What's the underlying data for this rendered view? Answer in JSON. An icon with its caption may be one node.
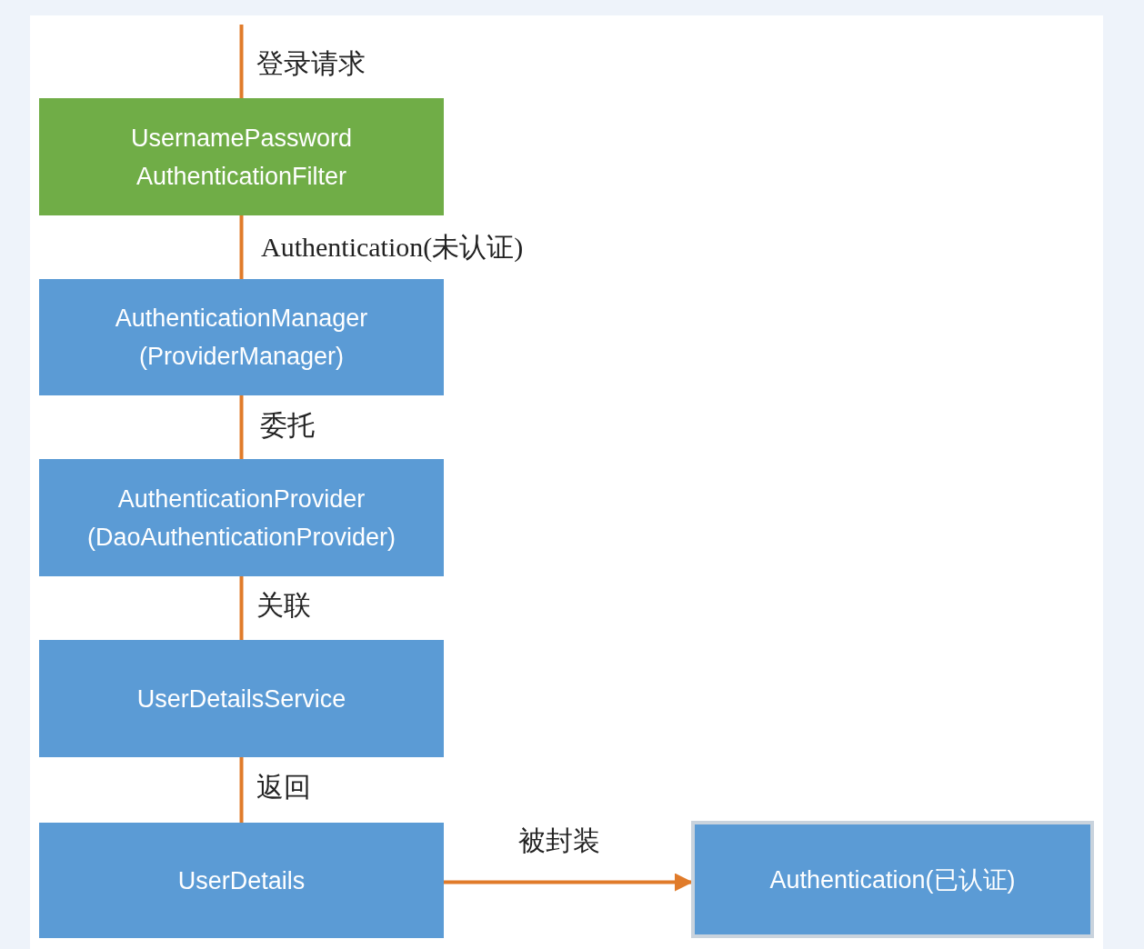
{
  "diagram": {
    "nodes": [
      {
        "text": [
          "UsernamePassword AuthenticationFilter"
        ]
      },
      {
        "text": [
          "AuthenticationManager (ProviderManager)"
        ]
      },
      {
        "text": [
          "AuthenticationProvider (DaoAuthenticationProvider)"
        ]
      },
      {
        "text": [
          "UserDetailsService"
        ]
      },
      {
        "text": [
          "UserDetails"
        ]
      },
      {
        "text": [
          "Authentication(已认证)"
        ]
      }
    ],
    "edges": [
      {
        "from": null,
        "to": 0,
        "arrow": "none",
        "label": "登录请求"
      },
      {
        "from": 0,
        "to": 1,
        "arrow": "none",
        "label": "Authentication(未认证)"
      },
      {
        "from": 1,
        "to": 2,
        "arrow": "none",
        "label": "委托"
      },
      {
        "from": 2,
        "to": 3,
        "arrow": "none",
        "label": "关联"
      },
      {
        "from": 3,
        "to": 4,
        "arrow": "none",
        "label": "返回"
      },
      {
        "from": 4,
        "to": 5,
        "arrow": "to",
        "label": "被封装"
      }
    ]
  }
}
